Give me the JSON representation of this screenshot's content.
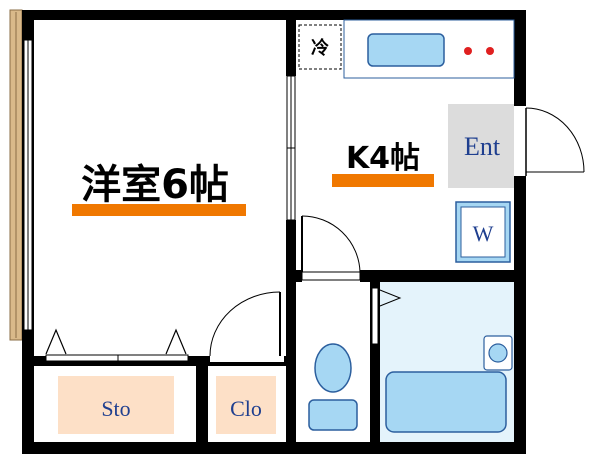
{
  "rooms": {
    "western_room": "洋室6帖",
    "kitchen": "K4帖",
    "entrance": "Ent",
    "washer": "W",
    "storage": "Sto",
    "closet": "Clo",
    "fridge": "冷"
  },
  "colors": {
    "wall": "#000000",
    "fixture_fill": "#a6d7f3",
    "fixture_stroke": "#2c5f9e",
    "bath_floor": "#e4f3fb",
    "label_bg": "#fde0c7",
    "underline": "#f07800",
    "entrance_bg": "#dcdcdc",
    "balcony": "#d9b98a",
    "burner": "#e02020"
  }
}
